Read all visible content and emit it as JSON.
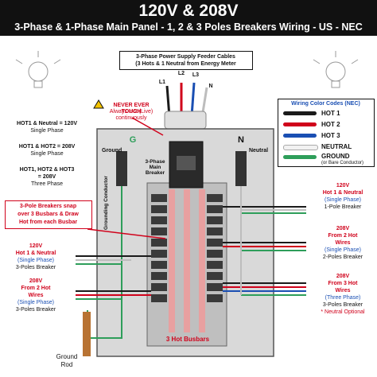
{
  "title": {
    "main": "120V & 208V",
    "sub": "3-Phase & 1-Phase Main Panel - 1, 2 & 3 Poles Breakers Wiring - US - NEC"
  },
  "feeder": {
    "line1": "3-Phase Power Supply Feeder Cables",
    "line2": "(3 Hots & 1 Neutral from Energy Meter"
  },
  "lines": {
    "l1": "L1",
    "l2": "L2",
    "l3": "L3",
    "n": "N"
  },
  "warning": {
    "line1": "NEVER EVER TOUCH",
    "line2": "Always Hot (Live)",
    "line3": "continuously"
  },
  "left_info": [
    {
      "line1": "HOT1 & Neutral = 120V",
      "line2": "Single Phase"
    },
    {
      "line1": "HOT1 & HOT2 = 208V",
      "line2": "Single Phase"
    },
    {
      "line1": "HOT1, HOT2 & HOT3",
      "line2": "= 208V",
      "line3": "Three Phase"
    }
  ],
  "snap_note": {
    "line1": "3-Pole Breakers snap",
    "line2": "over 3 Busbars & Draw",
    "line3": "Hot from each Busbar"
  },
  "panel": {
    "ground_label": "Ground",
    "g_letter": "G",
    "n_letter": "N",
    "neutral_label": "Neutral",
    "main_breaker": "3-Phase Main Breaker",
    "grounding_conductor": "Grounding Conductor",
    "busbars": "3 Hot Busbars"
  },
  "legend": {
    "title": "Wiring Color Codes (NEC)",
    "items": [
      {
        "label": "HOT 1",
        "color": "#1a1a1a"
      },
      {
        "label": "HOT 2",
        "color": "#d0021b"
      },
      {
        "label": "HOT 3",
        "color": "#1a4fb3"
      },
      {
        "label": "NEUTRAL",
        "color": "#f2f2f2"
      },
      {
        "label": "GROUND",
        "sub": "(or Bare Conductor)",
        "color": "#2e9e5a"
      }
    ]
  },
  "right_labels": [
    {
      "line1": "120V",
      "line2": "Hot 1 & Neutral",
      "line3": "(Single Phase)",
      "line4": "1-Pole Breaker"
    },
    {
      "line1": "208V",
      "line2": "From 2 Hot",
      "line3": "Wires",
      "line4": "(Single Phase)",
      "line5": "2-Poles Breaker"
    },
    {
      "line1": "208V",
      "line2": "From 3 Hot",
      "line3": "Wires",
      "line4": "(Three Phase)",
      "line5": "3-Poles Breaker",
      "line6": "* Neutral Optional"
    }
  ],
  "left_labels": [
    {
      "line1": "120V",
      "line2": "Hot 1 & Neutral",
      "line3": "(Single Phase)",
      "line4": "3-Poles Breaker"
    },
    {
      "line1": "208V",
      "line2": "From 2 Hot",
      "line3": "Wires",
      "line4": "(Single Phase)",
      "line5": "3-Poles Breaker"
    }
  ],
  "ground_rod": {
    "line1": "Ground",
    "line2": "Rod"
  },
  "colors": {
    "hot1": "#1a1a1a",
    "hot2": "#d0021b",
    "hot3": "#1a4fb3",
    "neutral": "#f2f2f2",
    "ground": "#2e9e5a",
    "panel": "#d9d9d9"
  }
}
